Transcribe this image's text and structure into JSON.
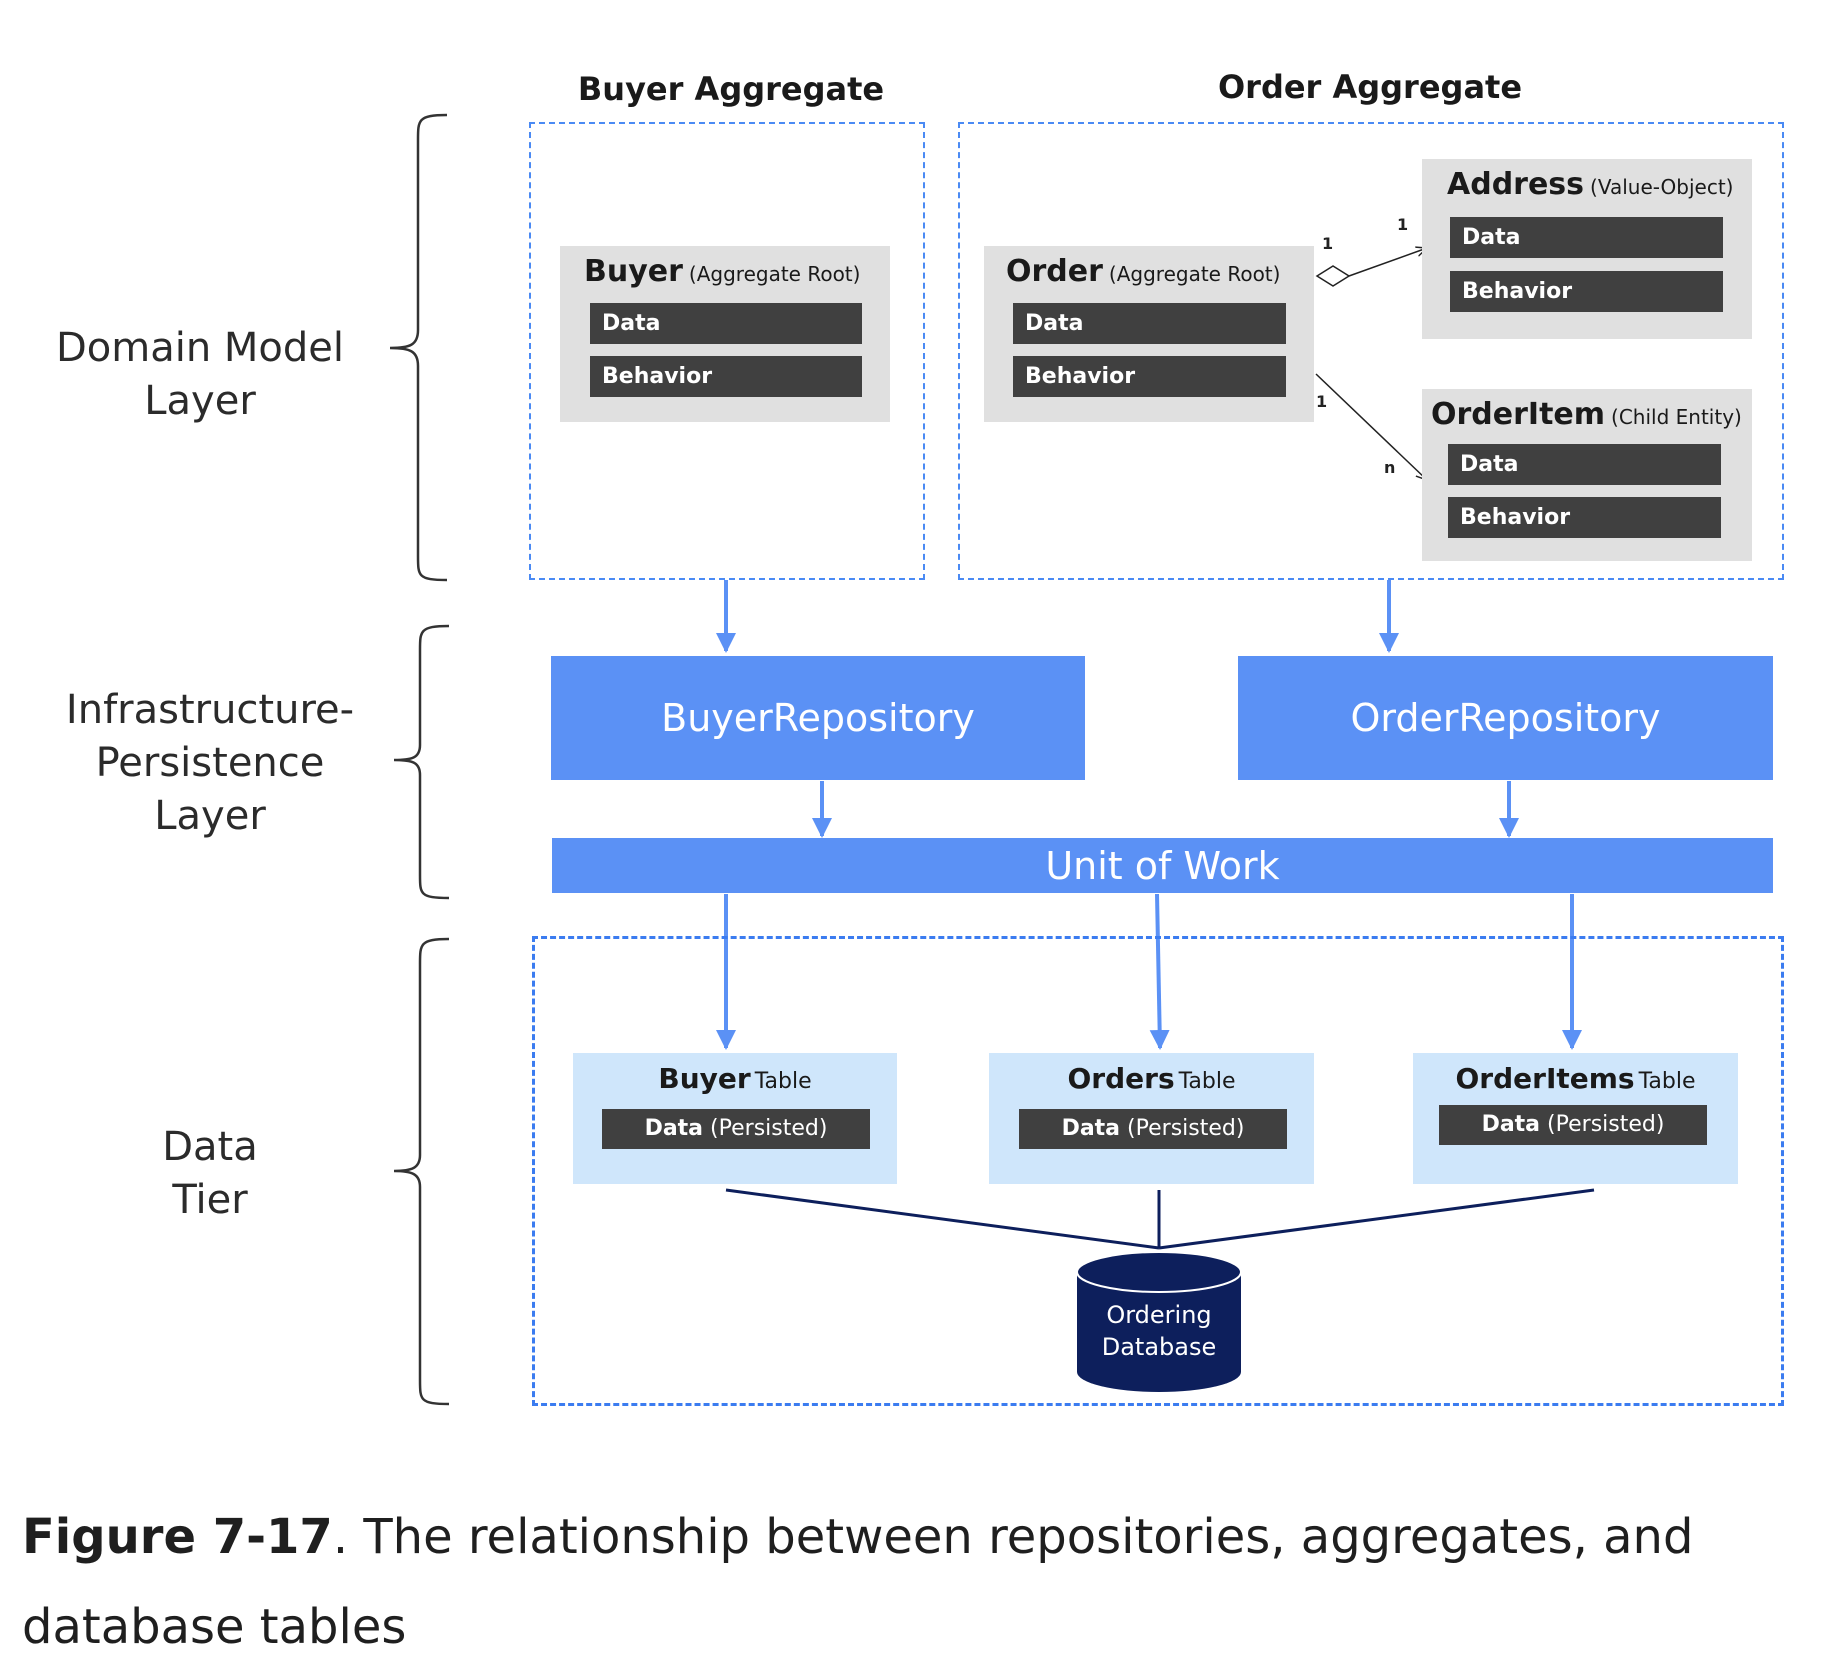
{
  "layers": {
    "domain": "Domain Model\nLayer",
    "infrastructure": "Infrastructure-\nPersistence\nLayer",
    "data": "Data\nTier"
  },
  "aggregates": {
    "buyer_title": "Buyer Aggregate",
    "order_title": "Order Aggregate"
  },
  "entities": {
    "buyer": {
      "name": "Buyer",
      "role": "(Aggregate Root)",
      "data": "Data",
      "behavior": "Behavior"
    },
    "order": {
      "name": "Order",
      "role": "(Aggregate Root)",
      "data": "Data",
      "behavior": "Behavior"
    },
    "address": {
      "name": "Address",
      "role": "(Value-Object)",
      "data": "Data",
      "behavior": "Behavior"
    },
    "orderitem": {
      "name": "OrderItem",
      "role": "(Child Entity)",
      "data": "Data",
      "behavior": "Behavior"
    }
  },
  "multiplicities": {
    "order_address_source": "1",
    "order_address_target": "1",
    "order_item_source": "1",
    "order_item_target": "n"
  },
  "repositories": {
    "buyer": "BuyerRepository",
    "order": "OrderRepository",
    "unit_of_work": "Unit of Work"
  },
  "tables": {
    "buyer": {
      "name": "Buyer",
      "suffix": "Table",
      "data_bold": "Data",
      "data_rest": "(Persisted)"
    },
    "orders": {
      "name": "Orders",
      "suffix": "Table",
      "data_bold": "Data",
      "data_rest": "(Persisted)"
    },
    "orderitems": {
      "name": "OrderItems",
      "suffix": "Table",
      "data_bold": "Data",
      "data_rest": "(Persisted)"
    }
  },
  "database": {
    "label": "Ordering\nDatabase"
  },
  "caption": {
    "figure": "Figure 7-17",
    "text": ". The relationship between repositories, aggregates, and database tables"
  },
  "colors": {
    "accent_blue": "#5b91f5",
    "dashed_border": "#4a8af4",
    "entity_gray": "#e0e0e0",
    "bar_dark": "#404040",
    "table_blue": "#cfe6fb",
    "database_navy": "#0d1f5c"
  }
}
